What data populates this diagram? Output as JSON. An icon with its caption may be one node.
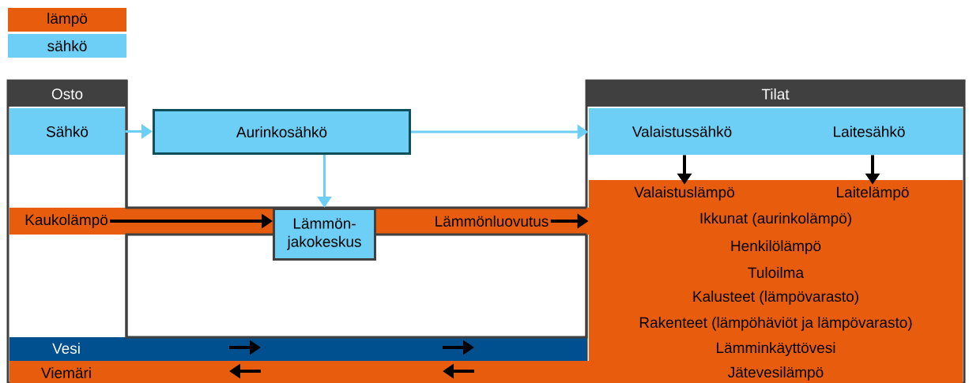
{
  "diagram": {
    "nodes": [
      {
        "text": [
          "Osto"
        ]
      },
      {
        "text": [
          "Sähkö"
        ],
        "in": 0
      },
      {
        "text": [
          "Aurinkosähkö"
        ]
      },
      {
        "text": [
          "Tilat"
        ]
      },
      {
        "text": [
          "Valaistussähkö"
        ],
        "in": 3
      },
      {
        "text": [
          "Laitesähkö"
        ],
        "in": 3
      },
      {
        "text": [
          "Ikkunat (aurinkolämpö)",
          "Henkilölämpö",
          "Tuloilma",
          "Kalusteet (lämpövarasto)",
          "Rakenteet (lämpöhäviöt ja lämpövarasto)",
          "Lämminkäyttövesi",
          "Jätevesilämpö"
        ],
        "in": 3
      },
      {
        "text": [
          "Valaistuslämpö"
        ],
        "in": 6
      },
      {
        "text": [
          "Laitelämpö"
        ],
        "in": 6
      },
      {
        "text": [
          "Kaukolämpö"
        ],
        "in": 0
      },
      {
        "text": [
          "Lämmön- jakokeskus"
        ]
      },
      {
        "text": [
          "Lämmönluovutus"
        ]
      }
    ],
    "edges": [
      {
        "from": 1,
        "to": 2,
        "arrow": "to",
        "color": "#6dcff6"
      },
      {
        "from": 2,
        "to": 4,
        "arrow": "to",
        "color": "#6dcff6"
      },
      {
        "from": 2,
        "to": 10,
        "arrow": "to",
        "color": "#6dcff6"
      },
      {
        "from": 4,
        "to": 7,
        "arrow": "to"
      },
      {
        "from": 5,
        "to": 8,
        "arrow": "to"
      },
      {
        "from": 9,
        "to": 10,
        "arrow": "to"
      },
      {
        "from": 11,
        "to": 6,
        "arrow": "to"
      }
    ],
    "labels": [
      "Vesi",
      "Viemäri"
    ],
    "legend": [
      {
        "text": "lämpö",
        "color": "#e85c0e"
      },
      {
        "text": "sähkö",
        "color": "#6dcff6"
      }
    ]
  }
}
